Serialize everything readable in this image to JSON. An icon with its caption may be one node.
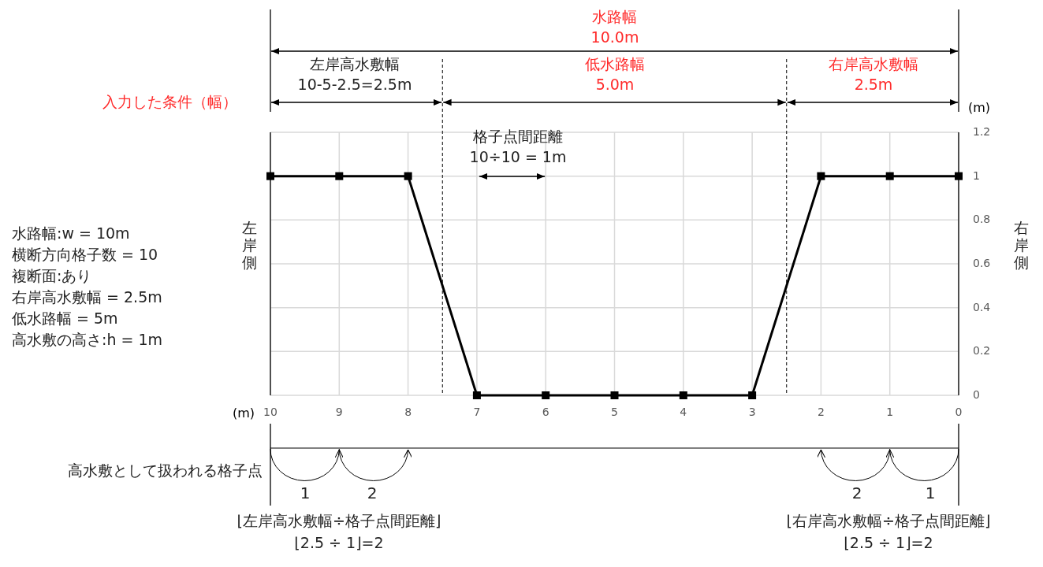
{
  "diagram": {
    "labels": [
      "水路幅 10.0m",
      "左岸高水敷幅 10-5-2.5=2.5m",
      "低水路幅 5.0m",
      "右岸高水敷幅 2.5m",
      "入力した条件（幅）",
      "格子点間距離 10÷10 = 1m",
      "左岸側",
      "右岸側",
      "水路幅:w = 10m",
      "横断方向格子数 = 10",
      "複断面:あり",
      "右岸高水敷幅 = 2.5m",
      "低水路幅 = 5m",
      "高水敷の高さ:h = 1m",
      "高水敷として扱われる格子点",
      "1",
      "2",
      "2",
      "1",
      "⌊左岸高水敷幅÷格子点間距離⌋",
      "⌊2.5 ÷ 1⌋=2",
      "⌊右岸高水敷幅÷格子点間距離⌋",
      "⌊2.5 ÷ 1⌋=2"
    ],
    "chart_data": {
      "type": "line",
      "xlabel": "(m)",
      "ylabel": "(m)",
      "categories": [
        "10",
        "9",
        "8",
        "7",
        "6",
        "5",
        "4",
        "3",
        "2",
        "1",
        "0"
      ],
      "grid": true,
      "series": [
        {
          "color": "#000000",
          "marker": "square",
          "values": [
            1,
            1,
            1,
            0,
            0,
            0,
            0,
            0,
            1,
            1,
            1
          ]
        }
      ],
      "ylim": [
        0,
        1.2
      ],
      "yticks": [
        0,
        0.2,
        0.4,
        0.6,
        0.8,
        1,
        1.2
      ]
    }
  }
}
